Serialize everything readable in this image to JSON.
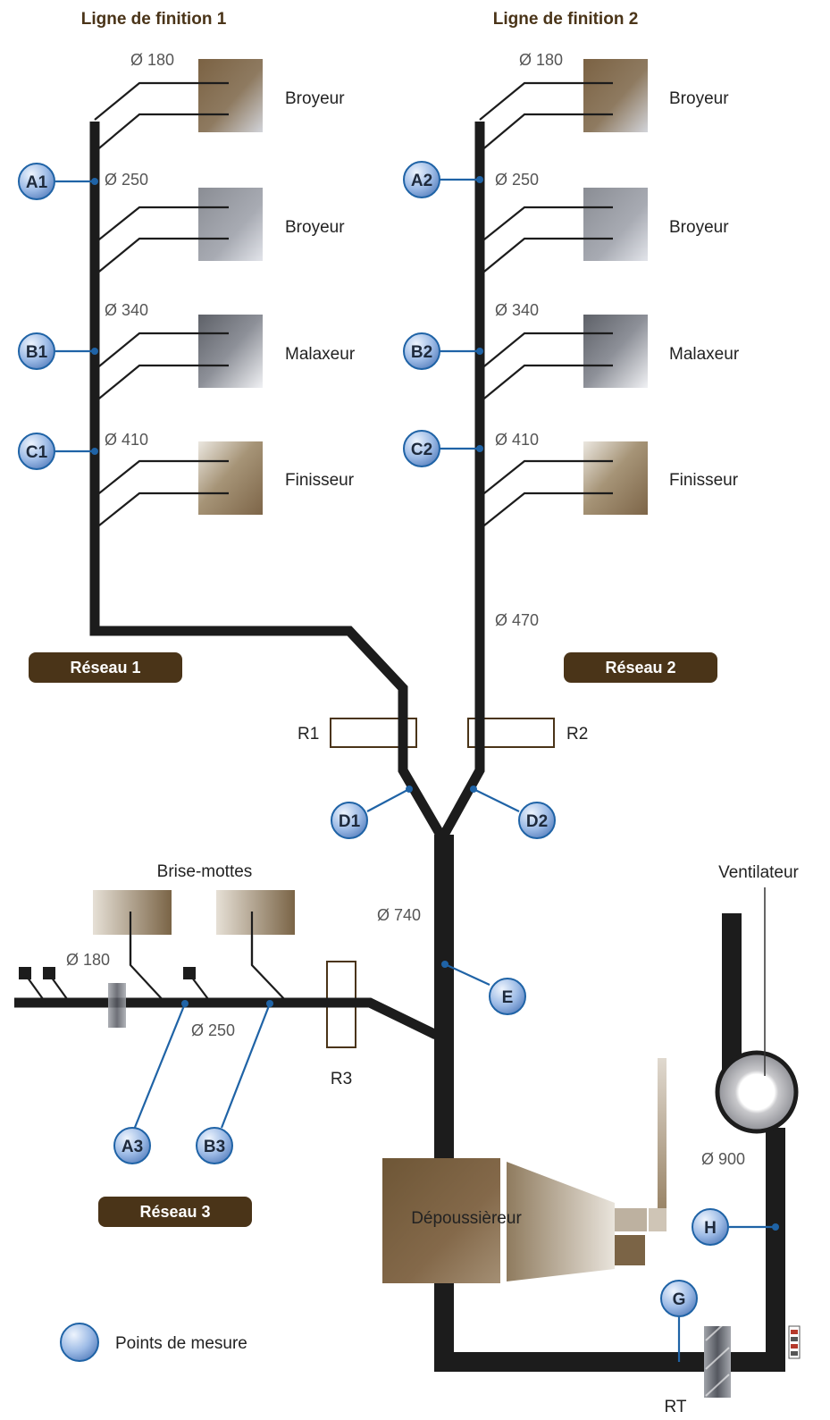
{
  "titles": {
    "line1": "Ligne de finition 1",
    "line2": "Ligne de finition 2"
  },
  "machines": {
    "l1_broyeur_a": "Broyeur",
    "l1_broyeur_b": "Broyeur",
    "l1_malaxeur": "Malaxeur",
    "l1_finisseur": "Finisseur",
    "l2_broyeur_a": "Broyeur",
    "l2_broyeur_b": "Broyeur",
    "l2_malaxeur": "Malaxeur",
    "l2_finisseur": "Finisseur",
    "brise_mottes": "Brise-mottes",
    "ventilateur": "Ventilateur",
    "depoussiereur": "Dépoussièreur"
  },
  "diameters": {
    "l1_180": "Ø 180",
    "l1_250": "Ø 250",
    "l1_340": "Ø 340",
    "l1_410": "Ø 410",
    "l2_180": "Ø 180",
    "l2_250": "Ø 250",
    "l2_340": "Ø 340",
    "l2_410": "Ø 410",
    "l2_470": "Ø 470",
    "main_740": "Ø 740",
    "net3_180": "Ø 180",
    "net3_250": "Ø 250",
    "fan_900": "Ø 900"
  },
  "networks": {
    "n1": "Réseau 1",
    "n2": "Réseau 2",
    "n3": "Réseau 3"
  },
  "registers": {
    "r1": "R1",
    "r2": "R2",
    "r3": "R3",
    "rt": "RT"
  },
  "points": {
    "a1": "A1",
    "b1": "B1",
    "c1": "C1",
    "a2": "A2",
    "b2": "B2",
    "c2": "C2",
    "d1": "D1",
    "d2": "D2",
    "e": "E",
    "a3": "A3",
    "b3": "B3",
    "g": "G",
    "h": "H"
  },
  "legend": {
    "measure_points": "Points de mesure"
  },
  "colors": {
    "duct": "#1c1c1c",
    "leader": "#1f63a6",
    "network_badge": "#4a3418",
    "title": "#4a3418",
    "point_fill": "#a8c4ea",
    "point_stroke": "#1f63a6"
  }
}
